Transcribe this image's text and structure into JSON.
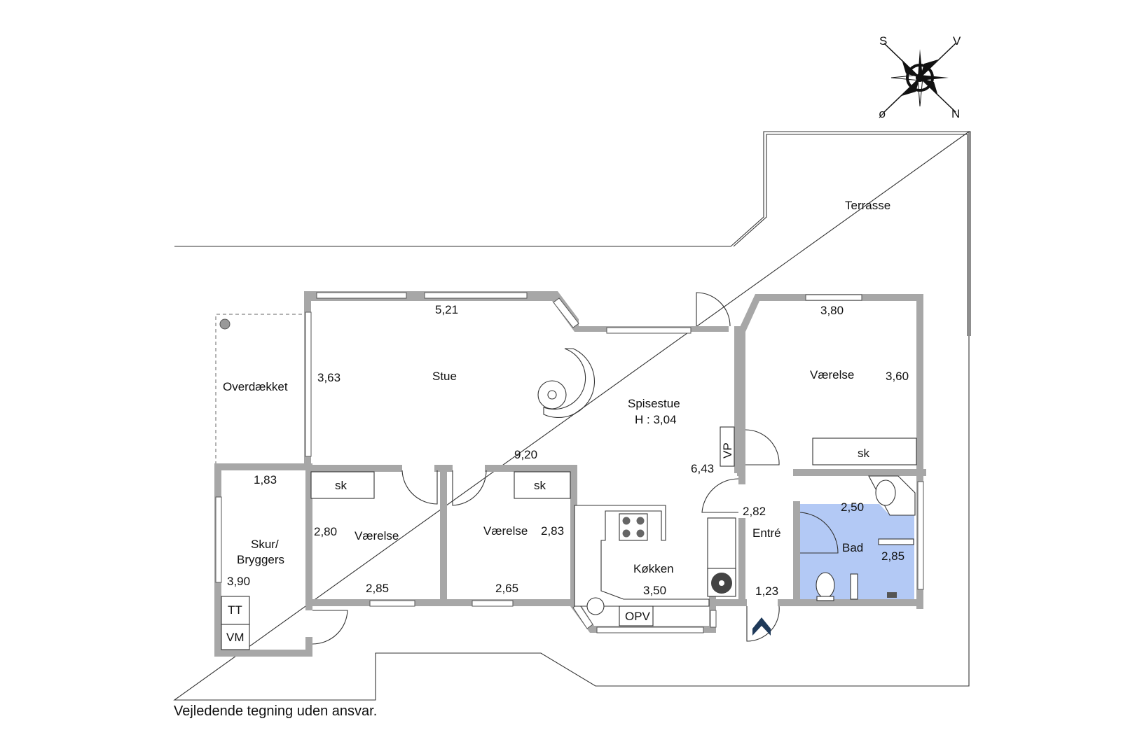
{
  "disclaimer": "Vejledende tegning uden ansvar.",
  "compass": {
    "s": "S",
    "v": "V",
    "o": "ø",
    "n": "N"
  },
  "rooms": {
    "terrasse": "Terrasse",
    "overdaekket": "Overdækket",
    "stue": "Stue",
    "spisestue": "Spisestue",
    "spisestue_height": "H : 3,04",
    "vaerelse_ne": "Værelse",
    "vaerelse_sw": "Værelse",
    "vaerelse_mid": "Værelse",
    "skur_line1": "Skur/",
    "skur_line2": "Bryggers",
    "koekken": "Køkken",
    "entre": "Entré",
    "bad": "Bad"
  },
  "fixtures": {
    "sk_ne": "sk",
    "sk_sw": "sk",
    "sk_mid": "sk",
    "vp": "VP",
    "tt": "TT",
    "vm": "VM",
    "opv": "OPV"
  },
  "dimensions": {
    "stue_width": "5,21",
    "stue_depth": "3,63",
    "vaerelse_ne_width": "3,80",
    "vaerelse_ne_depth": "3,60",
    "house_length": "9,20",
    "spisestue_depth": "6,43",
    "skur_width": "1,83",
    "skur_depth": "3,90",
    "vaerelse_sw_depth": "2,80",
    "vaerelse_sw_width": "2,85",
    "vaerelse_mid_depth": "2,83",
    "vaerelse_mid_width": "2,65",
    "koekken_width": "3,50",
    "entre_depth": "2,82",
    "entre_width": "1,23",
    "bad_width": "2,50",
    "bad_depth": "2,85"
  },
  "colors": {
    "wall": "#a7a7a7",
    "bathroom": "#b3c9f5",
    "entrance_arrow": "#1f3a5a"
  }
}
